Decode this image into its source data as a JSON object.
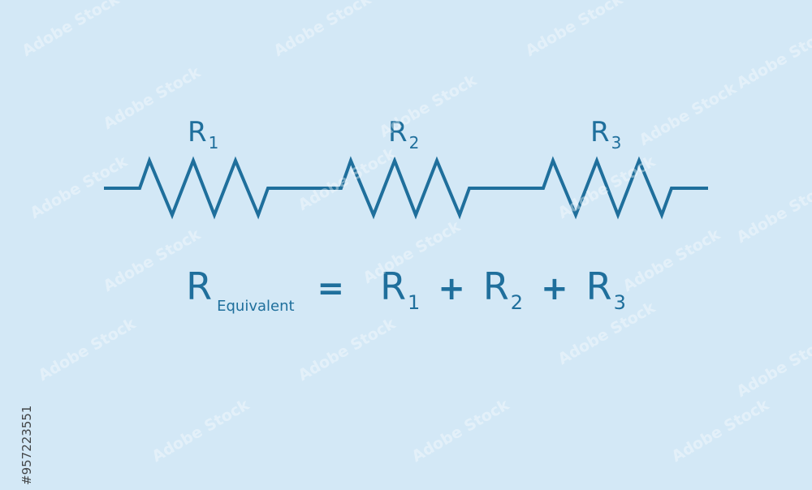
{
  "colors": {
    "background": "#d3e8f6",
    "wire": "#1f6f9c",
    "text": "#1f6f9c"
  },
  "resistors": [
    {
      "label_main": "R",
      "label_sub": "1"
    },
    {
      "label_main": "R",
      "label_sub": "2"
    },
    {
      "label_main": "R",
      "label_sub": "3"
    }
  ],
  "formula": {
    "lhs": {
      "main": "R",
      "sub": "Equivalent"
    },
    "equals": "=",
    "terms": [
      {
        "main": "R",
        "sub": "1"
      },
      {
        "main": "R",
        "sub": "2"
      },
      {
        "main": "R",
        "sub": "3"
      }
    ],
    "plus": "+"
  },
  "watermark": {
    "text": "Adobe Stock",
    "id": "#957223551"
  }
}
